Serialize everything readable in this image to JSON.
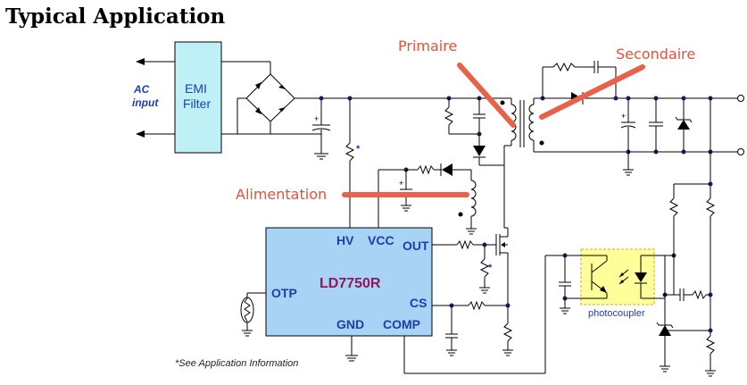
{
  "title": "Typical Application",
  "annotations": {
    "primary": "Primaire",
    "secondary": "Secondaire",
    "supply": "Alimentation"
  },
  "input": {
    "ac_line1": "AC",
    "ac_line2": "input"
  },
  "emi_filter": {
    "line1": "EMI",
    "line2": "Filter"
  },
  "controller": {
    "name": "LD7750R",
    "pins": {
      "hv": "HV",
      "vcc": "VCC",
      "out": "OUT",
      "otp": "OTP",
      "cs": "CS",
      "gnd": "GND",
      "comp": "COMP"
    }
  },
  "photocoupler_label": "photocoupler",
  "footnote": "*See Application Information",
  "asterisk": "*",
  "colors": {
    "chip_fill": "#a9d3f5",
    "emi_fill": "#bff0f5",
    "photocoupler_fill": "#ffff99",
    "annotation_stroke": "#e8614a"
  }
}
